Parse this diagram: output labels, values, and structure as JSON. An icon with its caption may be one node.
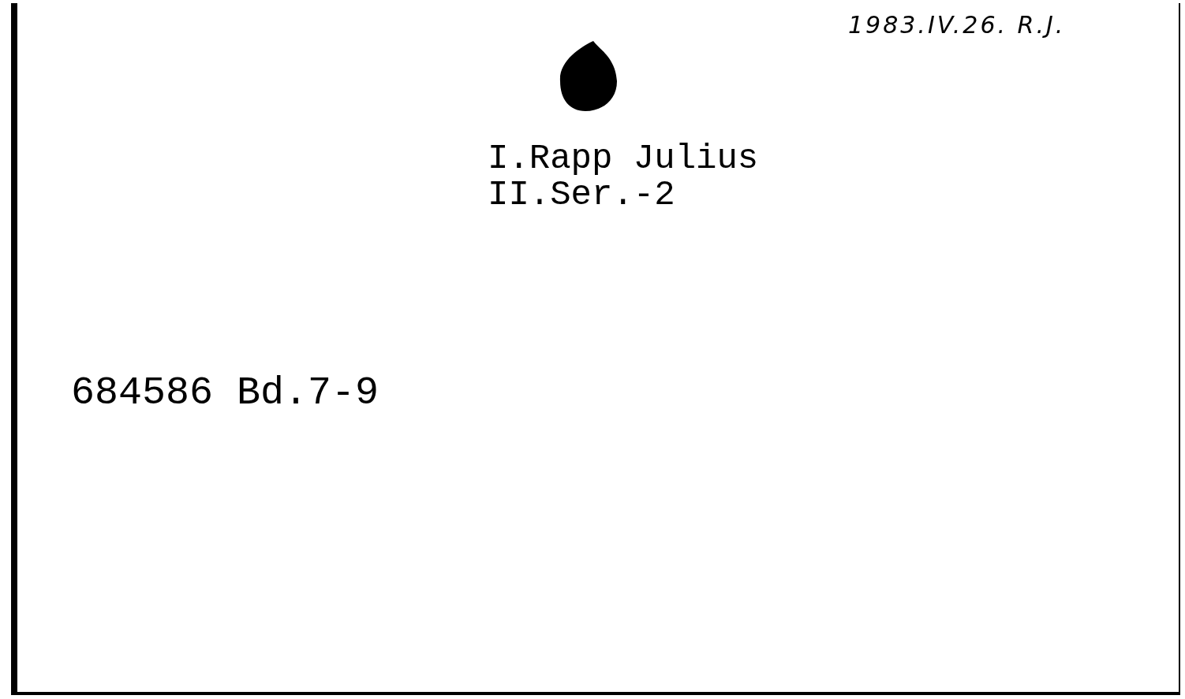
{
  "diagram": {
    "nodes": [
      {
        "text": [],
        "shape": "circle"
      }
    ],
    "labels": [
      "1983.IV.26. R.J.",
      "I.Rapp Julius",
      "II.Ser.-2",
      "684586 Bd.7-9"
    ]
  }
}
